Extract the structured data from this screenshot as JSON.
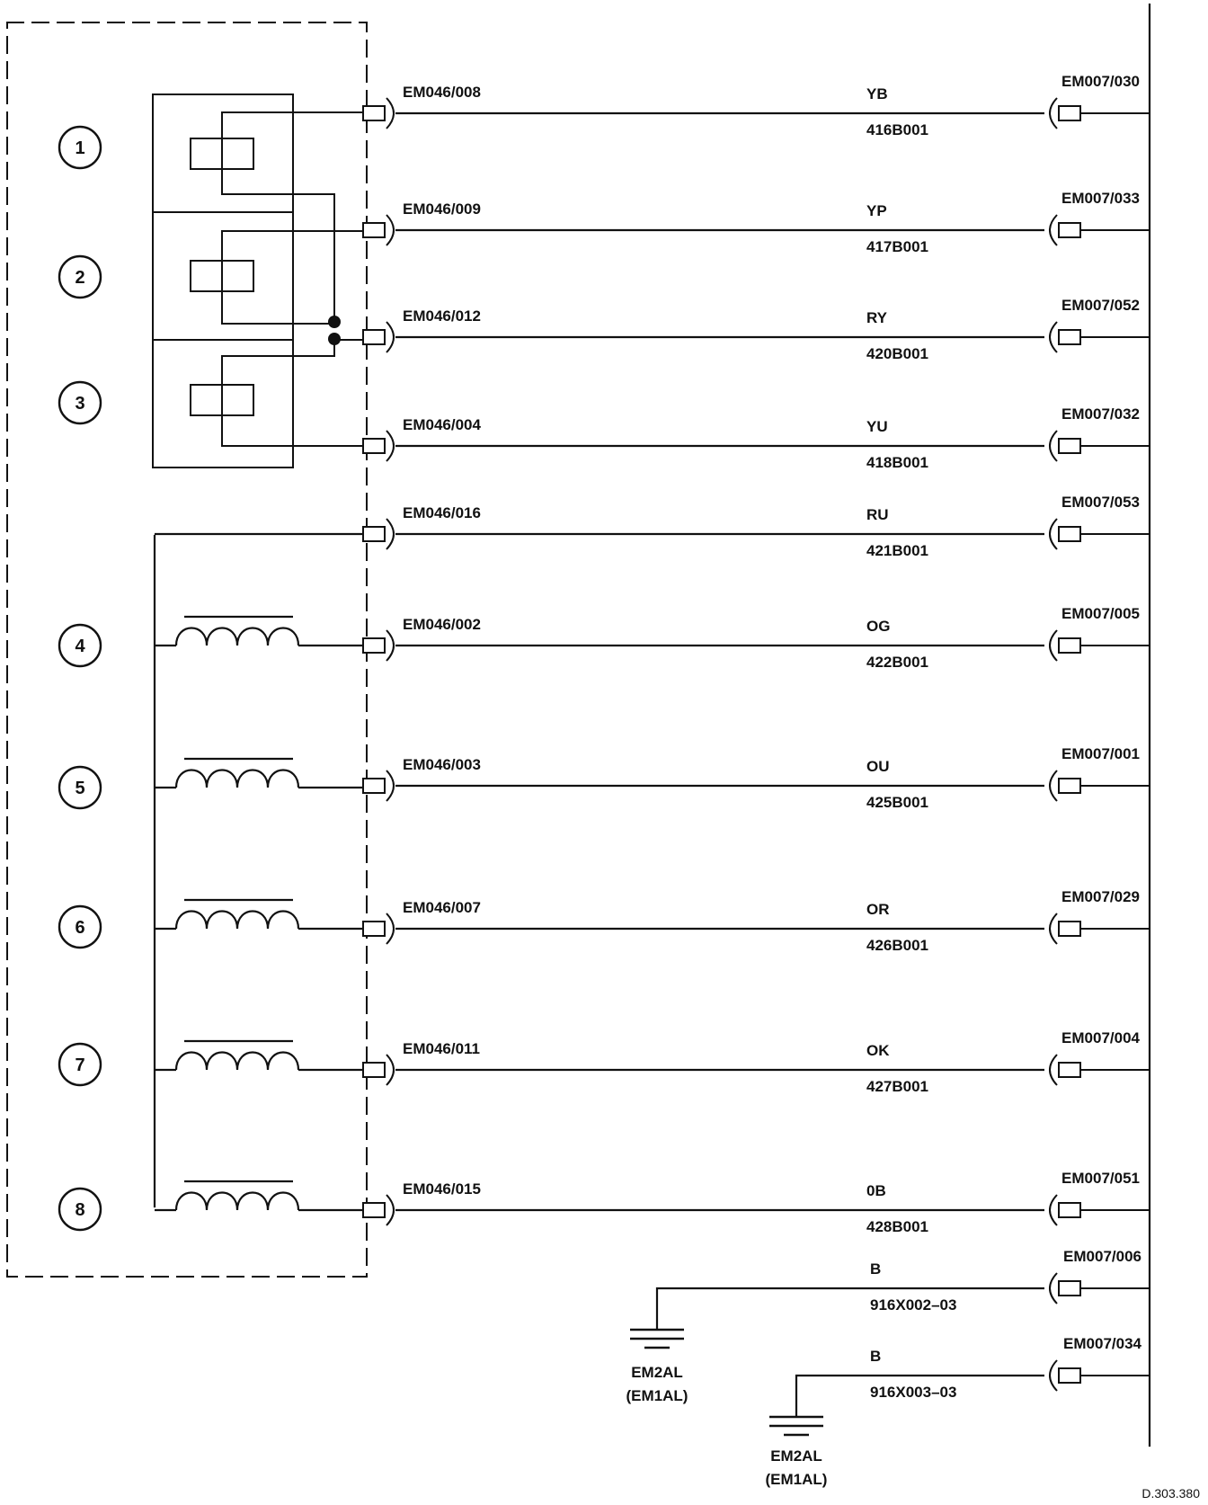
{
  "diagram_ref": "D.303.380",
  "components": [
    {
      "number": "1"
    },
    {
      "number": "2"
    },
    {
      "number": "3"
    },
    {
      "number": "4"
    },
    {
      "number": "5"
    },
    {
      "number": "6"
    },
    {
      "number": "7"
    },
    {
      "number": "8"
    }
  ],
  "circuits": [
    {
      "left_pin": "EM046/008",
      "color": "YB",
      "wire": "416B001",
      "right_pin": "EM007/030"
    },
    {
      "left_pin": "EM046/009",
      "color": "YP",
      "wire": "417B001",
      "right_pin": "EM007/033"
    },
    {
      "left_pin": "EM046/012",
      "color": "RY",
      "wire": "420B001",
      "right_pin": "EM007/052"
    },
    {
      "left_pin": "EM046/004",
      "color": "YU",
      "wire": "418B001",
      "right_pin": "EM007/032"
    },
    {
      "left_pin": "EM046/016",
      "color": "RU",
      "wire": "421B001",
      "right_pin": "EM007/053"
    },
    {
      "left_pin": "EM046/002",
      "color": "OG",
      "wire": "422B001",
      "right_pin": "EM007/005"
    },
    {
      "left_pin": "EM046/003",
      "color": "OU",
      "wire": "425B001",
      "right_pin": "EM007/001"
    },
    {
      "left_pin": "EM046/007",
      "color": "OR",
      "wire": "426B001",
      "right_pin": "EM007/029"
    },
    {
      "left_pin": "EM046/011",
      "color": "OK",
      "wire": "427B001",
      "right_pin": "EM007/004"
    },
    {
      "left_pin": "EM046/015",
      "color": "0B",
      "wire": "428B001",
      "right_pin": "EM007/051"
    }
  ],
  "grounds": [
    {
      "color": "B",
      "wire": "916X002–03",
      "right_pin": "EM007/006",
      "label": "EM2AL",
      "alt_label": "(EM1AL)"
    },
    {
      "color": "B",
      "wire": "916X003–03",
      "right_pin": "EM007/034",
      "label": "EM2AL",
      "alt_label": "(EM1AL)"
    }
  ]
}
